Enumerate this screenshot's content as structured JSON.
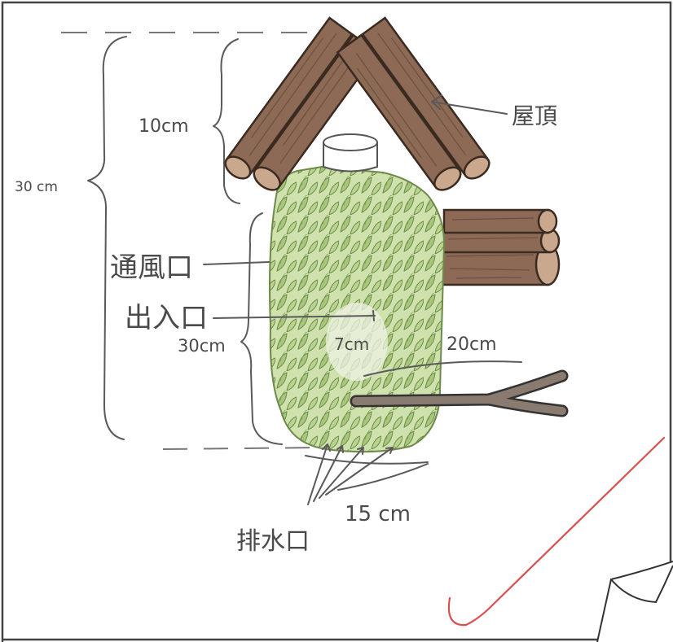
{
  "annotations": {
    "roof": "屋頂",
    "vent": "通風口",
    "entrance": "出入口",
    "drain": "排水口",
    "total_height": "30 cm",
    "roof_height": "10cm",
    "body_height": "30cm",
    "entrance_size": "7cm",
    "perch_length": "20cm",
    "bottom_width": "15 cm"
  },
  "colors": {
    "wood": "#8c6a55",
    "leaf": "#a9c77c",
    "pen_red": "#d94f4f",
    "ink": "#4a4a4a"
  }
}
